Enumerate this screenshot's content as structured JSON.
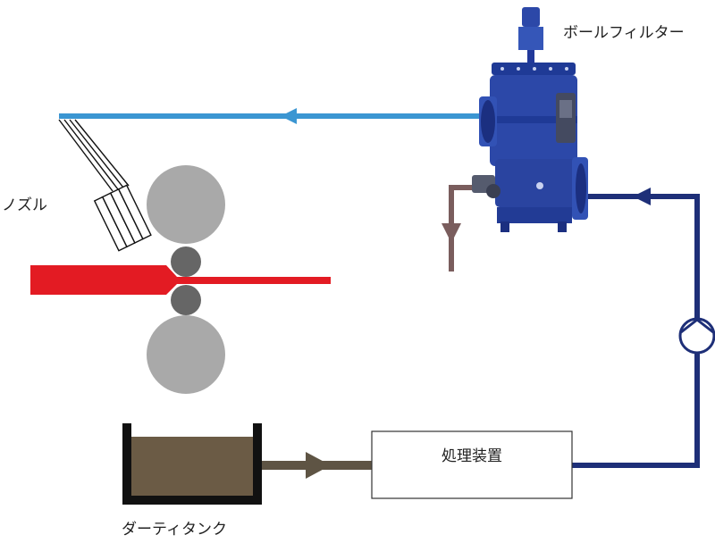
{
  "labels": {
    "ball_filter": "ボールフィルター",
    "nozzle": "ノズル",
    "treatment_unit": "処理装置",
    "dirty_tank": "ダーティタンク"
  },
  "colors": {
    "clean_water_line": "#3b96d2",
    "return_line": "#1e2f78",
    "dirty_line": "#5e5444",
    "drain_line": "#7a5d5d",
    "strip": "#e31b23",
    "roll_large": "#a9a9a9",
    "roll_small": "#666666",
    "tank_fluid": "#6b5b45",
    "tank_wall": "#111111",
    "filter_body": "#2c48a8"
  },
  "icons": {
    "pump": "pump-icon",
    "filter": "ball-filter-icon",
    "nozzle": "nozzle-icon"
  }
}
